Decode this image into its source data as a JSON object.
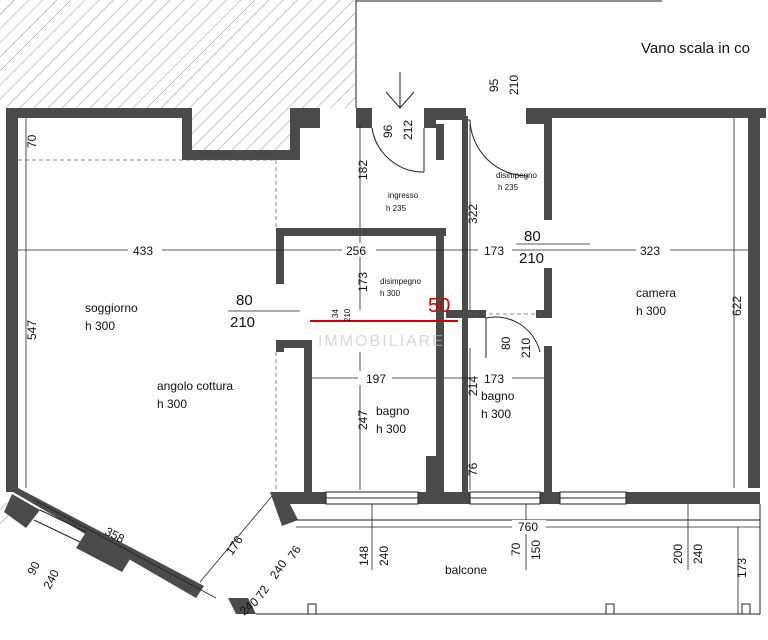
{
  "header": {
    "stair_label": "Vano scala in co"
  },
  "rooms": {
    "soggiorno": {
      "name": "soggiorno",
      "height": "h 300"
    },
    "cottura": {
      "name": "angolo cottura",
      "height": "h 300"
    },
    "ingresso": {
      "name": "ingresso",
      "height": "h 235"
    },
    "disimpegno_top": {
      "name": "disimpegno",
      "height": "h 235"
    },
    "disimpegno_mid": {
      "name": "disimpegno",
      "height": "h 300"
    },
    "bagno_left": {
      "name": "bagno",
      "height": "h 300"
    },
    "bagno_right": {
      "name": "bagno",
      "height": "h 300"
    },
    "camera": {
      "name": "camera",
      "height": "h 300"
    },
    "balcone": {
      "name": "balcone"
    }
  },
  "dimensions": {
    "d70": "70",
    "d433": "433",
    "d256": "256",
    "d173a": "173",
    "d323": "323",
    "d547": "547",
    "d622": "622",
    "d182": "182",
    "d322": "322",
    "d173v": "173",
    "d197": "197",
    "d173b": "173",
    "d214": "214",
    "d247": "247",
    "d76": "76",
    "d760": "760",
    "d358": "358",
    "d176": "176",
    "d173r": "173"
  },
  "doors": {
    "entry": {
      "width": "96",
      "height": "212"
    },
    "top": {
      "width": "95",
      "height": "210"
    },
    "camera": {
      "width": "80",
      "height": "210"
    },
    "soggiorno": {
      "width": "80",
      "height": "210"
    },
    "bagno": {
      "width": "80",
      "height": "210"
    },
    "mid_a": "34",
    "mid_b": "210"
  },
  "windows": {
    "w1_w": "90",
    "w1_h": "240",
    "w2_w": "76",
    "w2_h": "240",
    "w3_w": "72",
    "w3_h": "240",
    "w4_w": "148",
    "w4_h": "240",
    "w5_w": "70",
    "w5_h": "150",
    "w6_w": "200",
    "w6_h": "240"
  },
  "scale_label": "50",
  "watermark": "IMMOBILIARE",
  "colors": {
    "wall": "#4a4a4a",
    "scale": "#cc0000"
  }
}
